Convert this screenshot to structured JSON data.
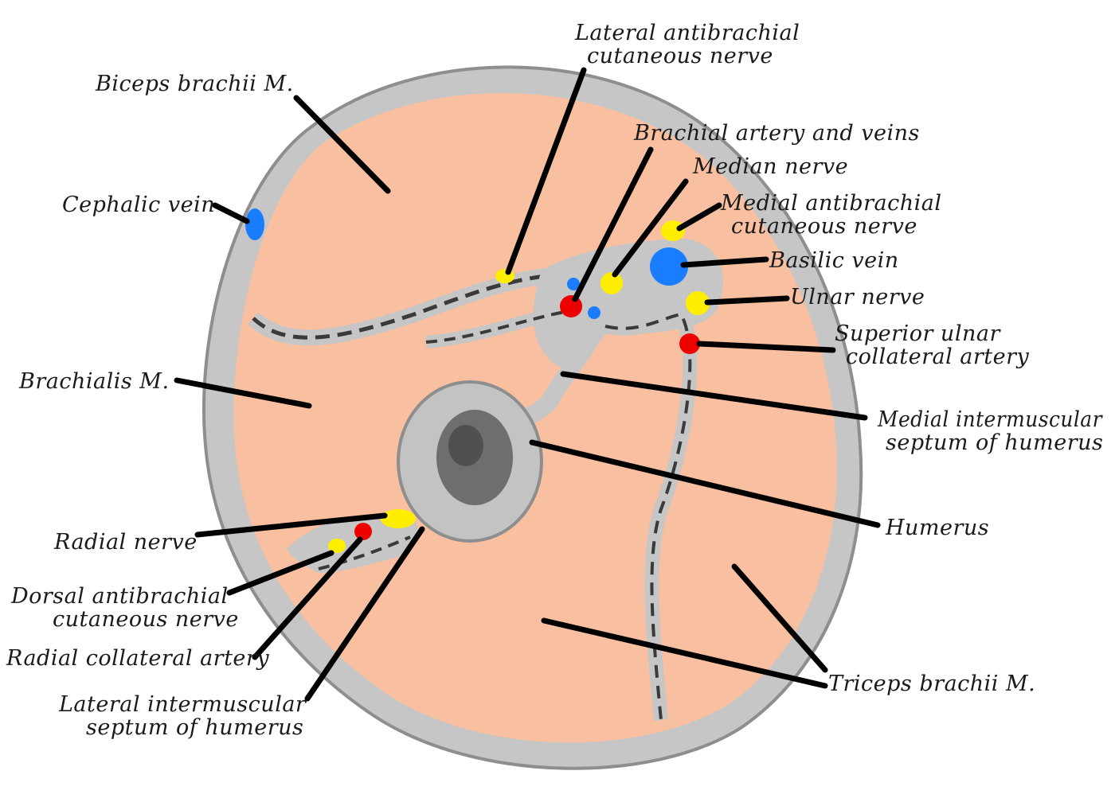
{
  "colors": {
    "muscle": "#f8bfa0",
    "fascia": "#c6c6c6",
    "fascia_dark": "#8e8e8e",
    "septum_dark": "#3a3a3a",
    "bone_cortex": "#c3c3c3",
    "marrow": "#6e6e6e",
    "marrow_dark": "#505050",
    "nerve": "#ffee00",
    "artery": "#ee0000",
    "vein": "#1a7dff",
    "leader": "#000000"
  },
  "labels": {
    "lateral_antibrachial": [
      "Lateral antibrachial",
      "cutaneous nerve"
    ],
    "biceps": [
      "Biceps brachii M."
    ],
    "brachial_artery": [
      "Brachial artery and veins"
    ],
    "median_nerve": [
      "Median nerve"
    ],
    "medial_antibrachial": [
      "Medial antibrachial",
      "cutaneous nerve"
    ],
    "cephalic_vein": [
      "Cephalic vein"
    ],
    "basilic_vein": [
      "Basilic vein"
    ],
    "ulnar_nerve": [
      "Ulnar nerve"
    ],
    "superior_ulnar": [
      "Superior ulnar",
      "collateral artery"
    ],
    "brachialis": [
      "Brachialis M."
    ],
    "medial_septum": [
      "Medial intermuscular",
      "septum of humerus"
    ],
    "humerus": [
      "Humerus"
    ],
    "radial_nerve": [
      "Radial nerve"
    ],
    "dorsal_antibrachial": [
      "Dorsal antibrachial",
      "cutaneous nerve"
    ],
    "radial_collateral": [
      "Radial collateral artery"
    ],
    "lateral_septum": [
      "Lateral intermuscular",
      "septum of humerus"
    ],
    "triceps": [
      "Triceps brachii M."
    ]
  }
}
